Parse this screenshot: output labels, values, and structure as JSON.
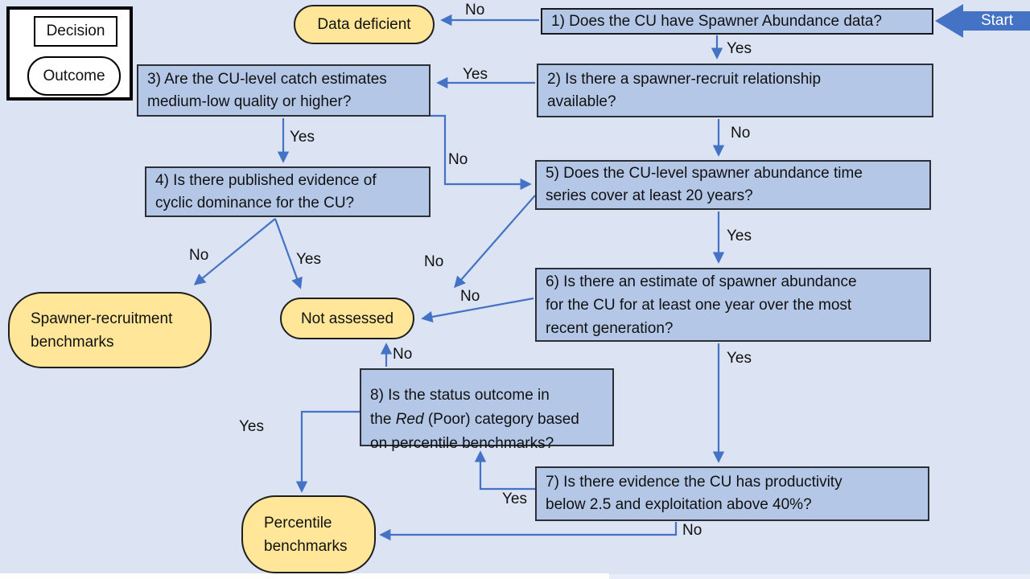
{
  "title": "CU status assessment decision tree",
  "colors": {
    "background": "#dce3f2",
    "decision_fill": "#b4c7e7",
    "decision_border": "#2b3036",
    "outcome_fill": "#ffe699",
    "outcome_border": "#1f1f1f",
    "arrow": "#4472c4",
    "start_fill": "#4472c4",
    "start_text": "#ffffff",
    "text": "#111111"
  },
  "legend": {
    "decision_label": "Decision",
    "outcome_label": "Outcome"
  },
  "start": {
    "label": "Start"
  },
  "nodes": {
    "box1": {
      "type": "decision",
      "text": "1) Does the CU have Spawner Abundance data?"
    },
    "box2": {
      "type": "decision",
      "text": "2) Is there a spawner-recruit relationship\navailable?"
    },
    "box3": {
      "type": "decision",
      "text": "3) Are the CU-level catch estimates\nmedium-low quality or higher?"
    },
    "box4": {
      "type": "decision",
      "text": "4) Is there published evidence of\ncyclic dominance for the CU?"
    },
    "box5": {
      "type": "decision",
      "text": "5) Does the CU-level spawner abundance time\nseries cover at least 20 years?"
    },
    "box6": {
      "type": "decision",
      "text": "6) Is there an estimate of spawner abundance\nfor the CU for at least one year over the most\nrecent generation?"
    },
    "box7": {
      "type": "decision",
      "text": "7) Is there evidence the CU has productivity\nbelow 2.5 and exploitation above 40%?"
    },
    "box8": {
      "type": "decision",
      "text_before": "8) Is the status outcome in\nthe ",
      "italic": "Red",
      "text_after": " (Poor) category based\non percentile benchmarks?"
    },
    "data_deficient": {
      "type": "outcome",
      "text": "Data deficient"
    },
    "spawner_recruitment": {
      "type": "outcome",
      "text": "Spawner-recruitment\nbenchmarks"
    },
    "not_assessed": {
      "type": "outcome",
      "text": "Not assessed"
    },
    "percentile": {
      "type": "outcome",
      "text": "Percentile\nbenchmarks"
    }
  },
  "edges": [
    {
      "from": "box1",
      "to": "data_deficient",
      "label": "No"
    },
    {
      "from": "box1",
      "to": "box2",
      "label": "Yes"
    },
    {
      "from": "box2",
      "to": "box3",
      "label": "Yes"
    },
    {
      "from": "box2",
      "to": "box5",
      "label": "No"
    },
    {
      "from": "box3",
      "to": "box4",
      "label": "Yes"
    },
    {
      "from": "box3",
      "to": "box5",
      "label": "No"
    },
    {
      "from": "box4",
      "to": "spawner_recruitment",
      "label": "No"
    },
    {
      "from": "box4",
      "to": "not_assessed",
      "label": "Yes"
    },
    {
      "from": "box5",
      "to": "box6",
      "label": "Yes"
    },
    {
      "from": "box5",
      "to": "not_assessed",
      "label": "No"
    },
    {
      "from": "box6",
      "to": "not_assessed",
      "label": "No"
    },
    {
      "from": "box6",
      "to": "box7",
      "label": "Yes"
    },
    {
      "from": "box7",
      "to": "box8",
      "label": "Yes"
    },
    {
      "from": "box7",
      "to": "percentile",
      "label": "No"
    },
    {
      "from": "box8",
      "to": "not_assessed",
      "label": "No"
    },
    {
      "from": "box8",
      "to": "percentile",
      "label": "Yes"
    }
  ]
}
